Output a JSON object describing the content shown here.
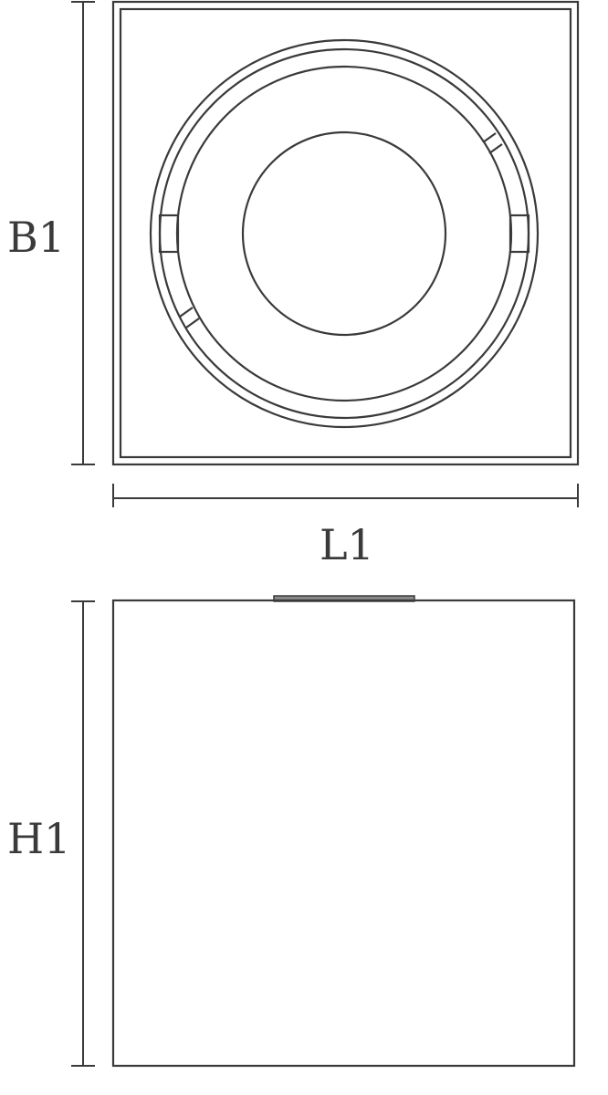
{
  "dimensions": {
    "width_label": "L1",
    "depth_label": "B1",
    "height_label": "H1"
  },
  "colors": {
    "line": "#3a3a3a",
    "lens_cap": "#8a8a8a",
    "background": "#ffffff"
  }
}
